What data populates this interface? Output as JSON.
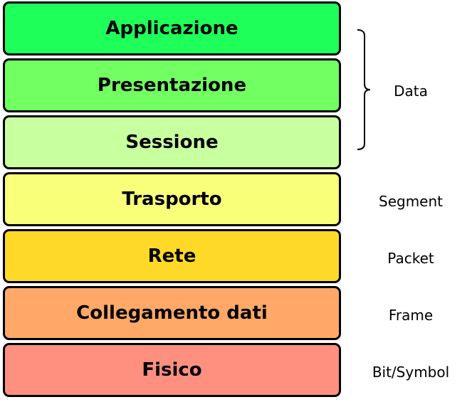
{
  "layers": [
    {
      "label": "Applicazione",
      "color": "#1FFF5A"
    },
    {
      "label": "Presentazione",
      "color": "#72FF62"
    },
    {
      "label": "Sessione",
      "color": "#C8FF9F"
    },
    {
      "label": "Trasporto",
      "color": "#FAFF7A"
    },
    {
      "label": "Rete",
      "color": "#FFD927"
    },
    {
      "label": "Collegamento dati",
      "color": "#FFA867"
    },
    {
      "label": "Fisico",
      "color": "#FF9080"
    }
  ],
  "pdus": {
    "data": "Data",
    "segment": "Segment",
    "packet": "Packet",
    "frame": "Frame",
    "bit": "Bit/Symbol"
  }
}
